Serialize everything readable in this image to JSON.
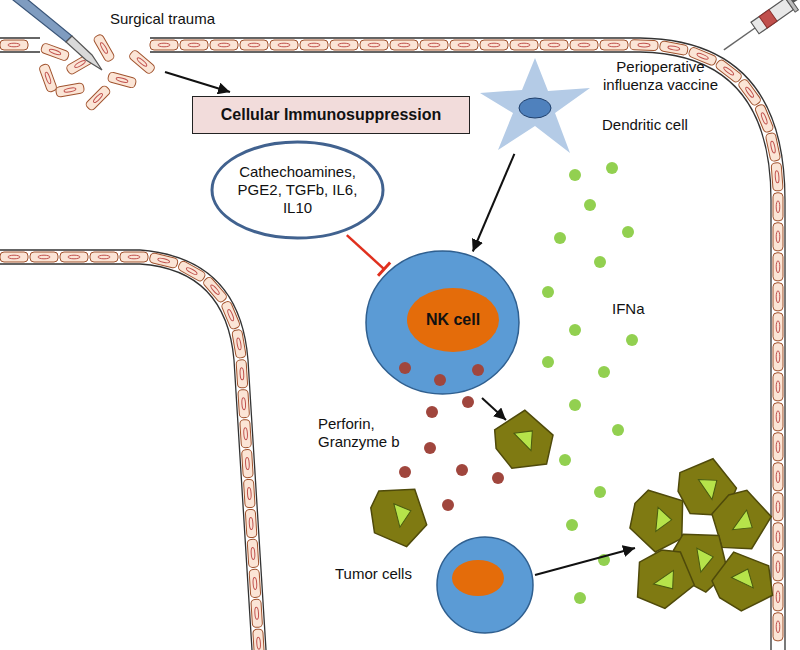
{
  "diagram": {
    "nodes": [
      {
        "text": [
          "Cellular Immunosuppression"
        ]
      },
      {
        "text": [
          "Cathechoamines, PGE2, TGFb, IL6, IL10"
        ]
      },
      {
        "text": [
          "Dendritic cell"
        ]
      },
      {
        "text": [
          "NK cell"
        ]
      }
    ],
    "edges": [
      {
        "from": 2,
        "to": 3,
        "arrow": "to"
      },
      {
        "from": 1,
        "to": 3,
        "arrow": "to"
      }
    ],
    "labels": [
      "Surgical trauma",
      "Perioperative influenza vaccine",
      "IFNa",
      "Perforin, Granzyme b",
      "Tumor cells"
    ]
  }
}
